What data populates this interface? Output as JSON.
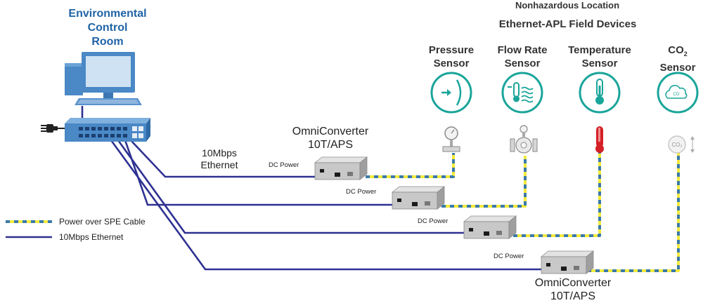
{
  "header": {
    "location": "Nonhazardous Location",
    "subtitle": "Ethernet-APL Field Devices"
  },
  "control_room": {
    "line1": "Environmental",
    "line2": "Control",
    "line3": "Room"
  },
  "sensors": [
    {
      "line1": "Pressure",
      "line2": "Sensor",
      "icon": "pressure-arrow-icon"
    },
    {
      "line1": "Flow Rate",
      "line2": "Sensor",
      "icon": "flow-thermometer-icon"
    },
    {
      "line1": "Temperature",
      "line2": "Sensor",
      "icon": "thermometer-icon"
    },
    {
      "line1": "CO",
      "sub": "2",
      "line2": "Sensor",
      "icon": "cloud-co2-icon"
    }
  ],
  "co2_icon_text": "CO₂",
  "converters": {
    "top_line1": "OmniConverter",
    "top_line2": "10T/APS",
    "bottom_line1": "OmniConverter",
    "bottom_line2": "10T/APS",
    "dc_power": "DC Power"
  },
  "ethernet_label": {
    "line1": "10Mbps",
    "line2": "Ethernet"
  },
  "legend": {
    "spe": "Power over SPE Cable",
    "eth": "10Mbps Ethernet"
  },
  "colors": {
    "teal": "#1aa59a",
    "ethernet": "#2e3192",
    "spe_yellow": "#f2ea3c",
    "spe_dash": "#3a7aa8",
    "room_blue": "#1f63a6",
    "switch_blue": "#4a88c6",
    "temp_red": "#d42027"
  }
}
